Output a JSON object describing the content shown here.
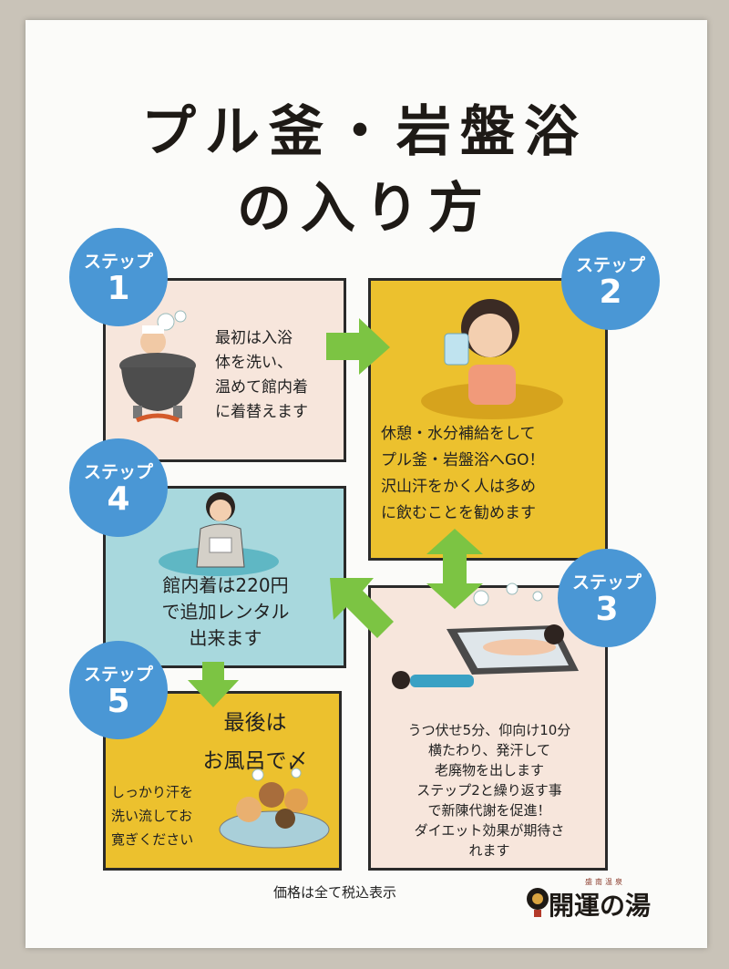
{
  "title": {
    "line1": "プル釜・岩盤浴",
    "line2": "の入り方"
  },
  "steps": [
    {
      "label": "ステップ",
      "number": "1",
      "lines": [
        "最初は入浴",
        "体を洗い、",
        "温めて館内着",
        "に着替えます"
      ]
    },
    {
      "label": "ステップ",
      "number": "2",
      "lines": [
        "休憩・水分補給をして",
        "プル釜・岩盤浴へGO！",
        "沢山汗をかく人は多め",
        "に飲むことを勧めます"
      ]
    },
    {
      "label": "ステップ",
      "number": "3",
      "lines": [
        "うつ伏せ5分、仰向け10分",
        "横たわり、発汗して",
        "老廃物を出します",
        "ステップ2と繰り返す事",
        "で新陳代謝を促進！",
        "ダイエット効果が期待さ",
        "れます"
      ]
    },
    {
      "label": "ステップ",
      "number": "4",
      "lines": [
        "館内着は220円",
        "で追加レンタル",
        "出来ます"
      ]
    },
    {
      "label": "ステップ",
      "number": "5",
      "heading": [
        "最後は",
        "お風呂で〆"
      ],
      "lines": [
        "しっかり汗を",
        "洗い流してお",
        "寛ぎください"
      ]
    }
  ],
  "footer": {
    "note": "価格は全て税込表示"
  },
  "logo": {
    "sub": "盛南温泉",
    "main": "開運の湯"
  },
  "colors": {
    "blue": "#4a97d5",
    "yellow": "#ecc12e",
    "pink": "#f7e6dc",
    "teal": "#a8d8dd",
    "green": "#7cc443"
  }
}
